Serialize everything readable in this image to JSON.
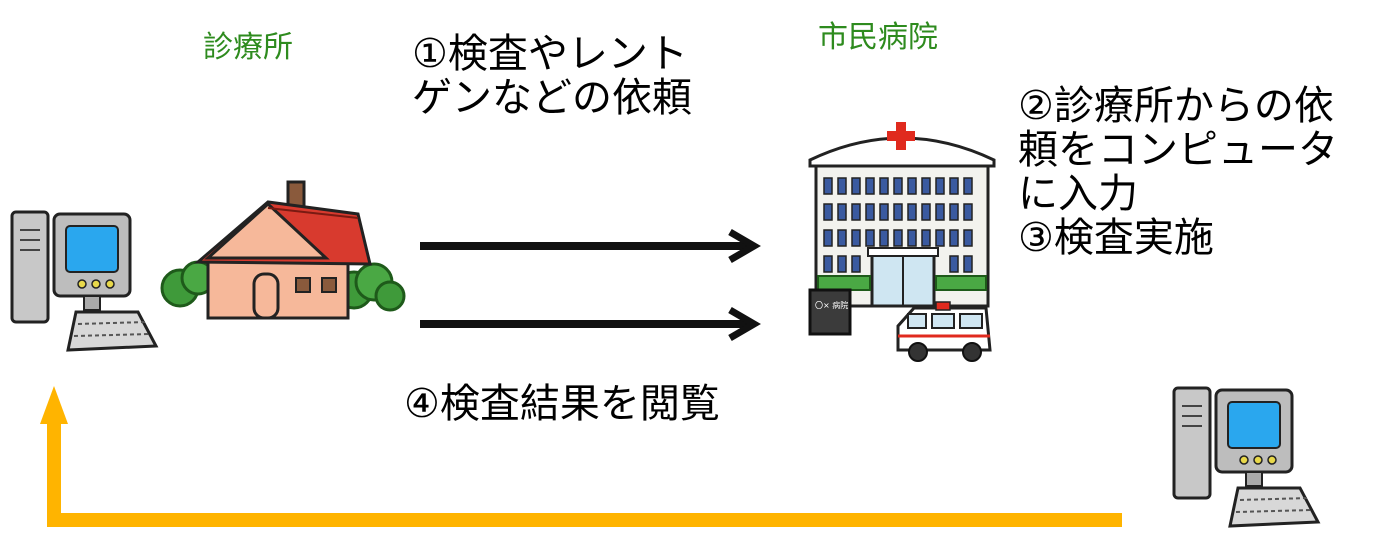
{
  "labels": {
    "clinic": "診療所",
    "hospital": "市民病院",
    "step1_line1": "①検査やレント",
    "step1_line2": "ゲンなどの依頼",
    "step2_line1": "②診療所からの依",
    "step2_line2": "頼をコンピュータ",
    "step2_line3": "に入力",
    "step3": "③検査実施",
    "step4": "④検査結果を閲覧",
    "hospital_sign": "〇× 病院"
  },
  "colors": {
    "label_green": "#2e8b1e",
    "return_arrow": "#ffb400",
    "arrow": "#111111"
  },
  "icons": [
    "computer-left-icon",
    "clinic-house-icon",
    "hospital-building-icon",
    "ambulance-icon",
    "computer-right-icon"
  ]
}
